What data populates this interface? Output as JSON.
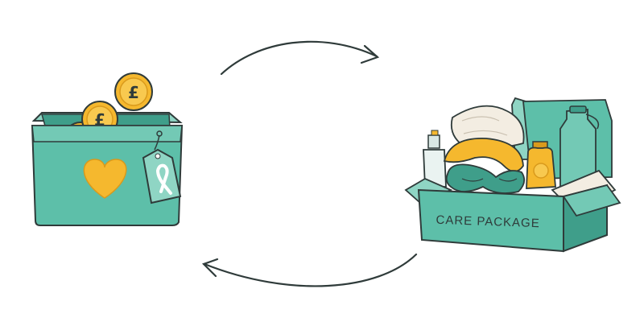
{
  "colors": {
    "teal": "#5dbfa9",
    "teal_dark": "#3f9e8a",
    "teal_light": "#8fd5c4",
    "gold": "#f5b82e",
    "gold_dark": "#d99a1c",
    "outline": "#2f3b3a",
    "cream": "#f3ede2"
  },
  "icons": {
    "donation_box": "donation-box-heart",
    "coin": "pound-coin",
    "tag": "awareness-ribbon-tag",
    "arrows": "circular-cycle-arrows",
    "package": "care-package-box"
  },
  "coin_symbol": "£",
  "care_box": {
    "label": "CARE PACKAGE"
  }
}
